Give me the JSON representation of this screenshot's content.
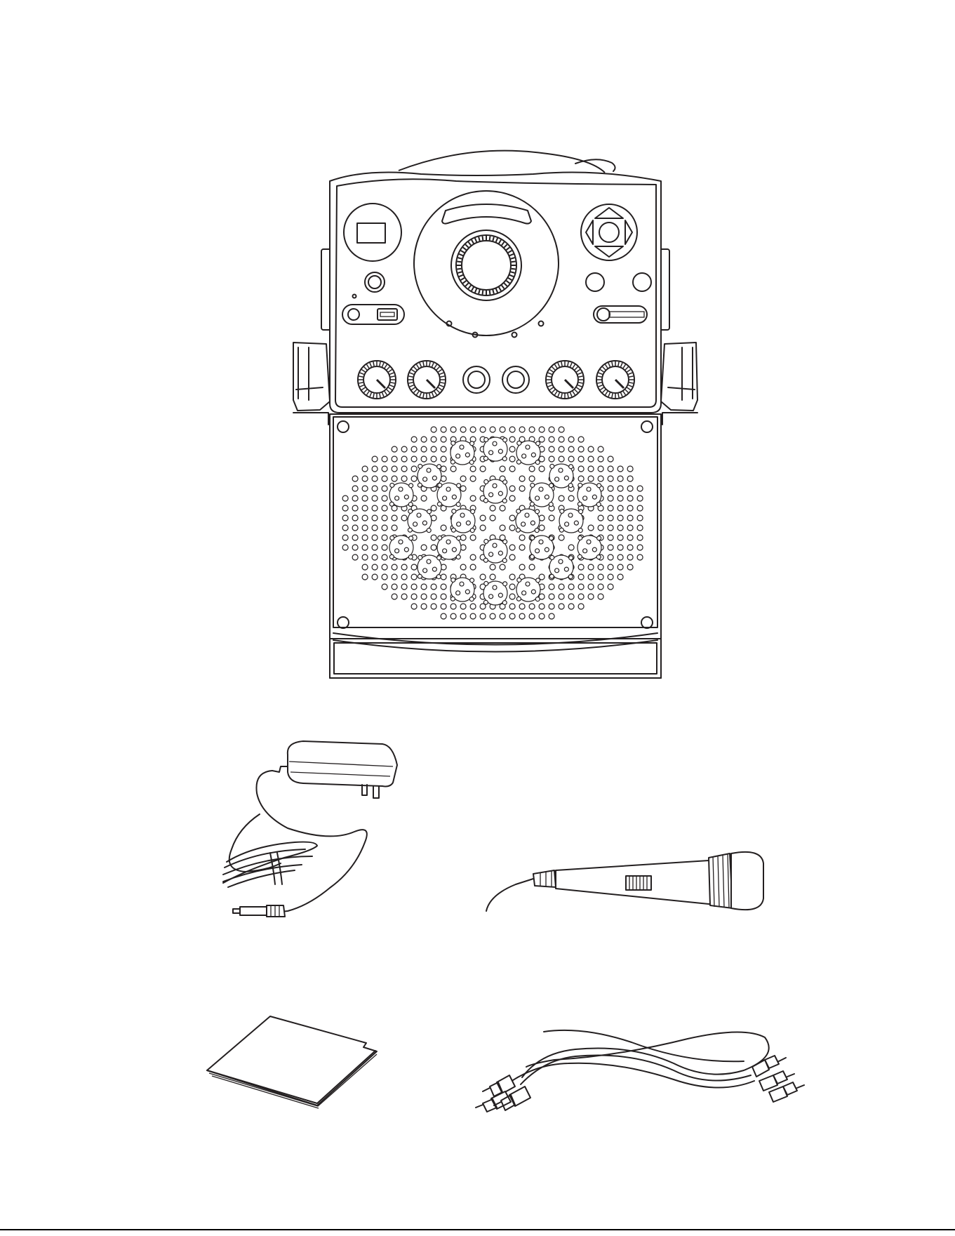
{
  "page": {
    "background": "#ffffff",
    "line_color": "#231f20",
    "footer_code": ""
  },
  "illustrations": [
    {
      "id": "karaoke-machine",
      "icon": "karaoke-machine-icon"
    },
    {
      "id": "ac-adapter",
      "icon": "power-adapter-icon"
    },
    {
      "id": "microphone",
      "icon": "microphone-icon"
    },
    {
      "id": "instruction-manual",
      "icon": "booklet-icon"
    },
    {
      "id": "av-cable",
      "icon": "rca-cable-icon"
    }
  ]
}
